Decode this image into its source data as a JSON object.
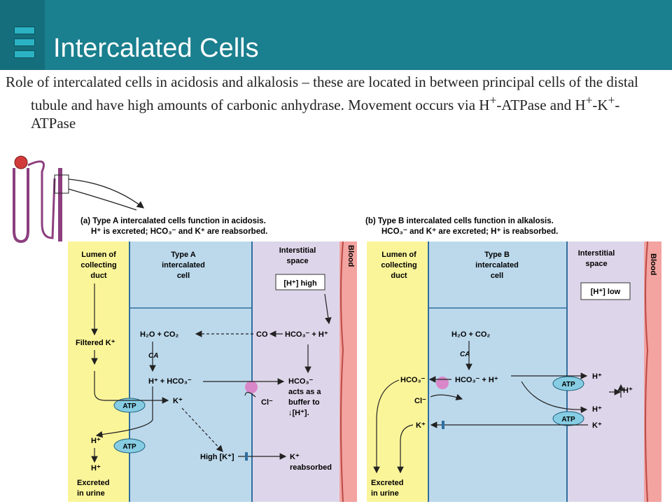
{
  "header": {
    "title": "Intercalated Cells",
    "menu_icon": "stacked-bars-icon"
  },
  "body": {
    "paragraph": "Role of intercalated cells in acidosis and alkalosis – these are located in between principal cells of the distal tubule and have high amounts of carbonic anhydrase. Movement occurs via H",
    "sup1": "+",
    "text2": "-ATPase and H",
    "sup2": "+",
    "text3": "-K",
    "sup3": "+",
    "text4": "-ATPase"
  },
  "panel_a": {
    "heading": "(a) Type A intercalated cells function in acidosis.",
    "subheading": "H⁺ is excreted; HCO₃⁻ and K⁺ are reabsorbed.",
    "lumen_1": "Lumen of",
    "lumen_2": "collecting",
    "lumen_3": "duct",
    "cell_1": "Type A",
    "cell_2": "intercalated",
    "cell_3": "cell",
    "inter_1": "Interstitial",
    "inter_2": "space",
    "blood": "Blood",
    "h_high": "[H⁺] high",
    "filtered_k": "Filtered K⁺",
    "h2o_co2": "H₂O + CO₂",
    "co": "CO",
    "hco3_h": "HCO₃⁻ + H⁺",
    "ca": "CA",
    "h_hco3": "H⁺ + HCO₃⁻",
    "hco3_acts_1": "HCO₃⁻",
    "hco3_acts_2": "acts as a",
    "hco3_acts_3": "buffer to",
    "hco3_acts_4": "↓[H⁺].",
    "cl": "Cl⁻",
    "atp1": "ATP",
    "atp2": "ATP",
    "k_plus": "K⁺",
    "h_plus_1": "H⁺",
    "h_plus_2": "H⁺",
    "high_k": "High [K⁺]",
    "k_reabs_1": "K⁺",
    "k_reabs_2": "reabsorbed",
    "excreted_1": "Excreted",
    "excreted_2": "in urine"
  },
  "panel_b": {
    "heading": "(b) Type B intercalated cells function in alkalosis.",
    "subheading": "HCO₃⁻ and K⁺ are excreted; H⁺ is reabsorbed.",
    "lumen_1": "Lumen of",
    "lumen_2": "collecting",
    "lumen_3": "duct",
    "cell_1": "Type B",
    "cell_2": "intercalated",
    "cell_3": "cell",
    "inter_1": "Interstitial",
    "inter_2": "space",
    "blood": "Blood",
    "h_low": "[H⁺] low",
    "h2o_co2": "H₂O + CO₂",
    "ca": "CA",
    "hco3_left": "HCO₃⁻",
    "hco3_h": "HCO₃⁻ + H⁺",
    "cl": "Cl⁻",
    "atp1": "ATP",
    "atp2": "ATP",
    "h_out1": "H⁺",
    "h_up": "H⁺",
    "h_out2": "H⁺",
    "k_cell": "K⁺",
    "k_inter": "K⁺",
    "excreted_1": "Excreted",
    "excreted_2": "in urine"
  },
  "colors": {
    "header": "#1a7f8e",
    "lumen": "#fbf59a",
    "cell": "#bcd9ec",
    "interstitial": "#ddd6ea",
    "blood": "#f3a3a0",
    "atp": "#86cde3",
    "pump": "#d987c9"
  }
}
